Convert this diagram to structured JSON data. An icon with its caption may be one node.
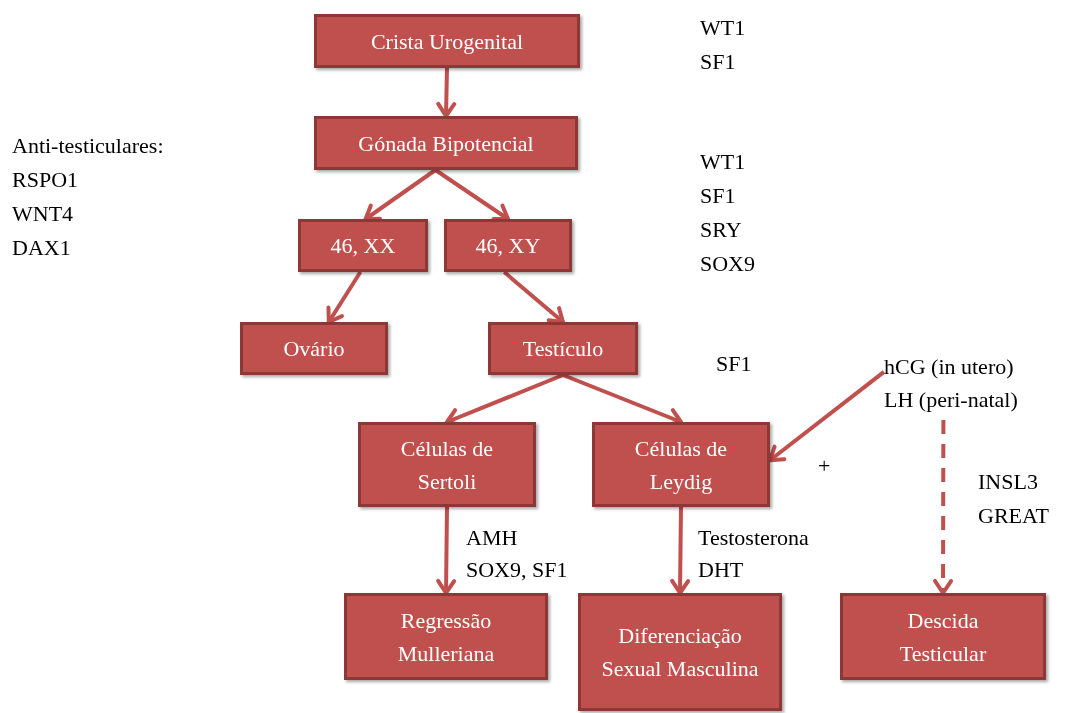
{
  "diagram": {
    "nodes": [
      {
        "text": [
          "Crista Urogenital"
        ]
      },
      {
        "text": [
          "Gónada Bipotencial"
        ]
      },
      {
        "text": [
          "46, XX"
        ]
      },
      {
        "text": [
          "46, XY"
        ]
      },
      {
        "text": [
          "Ovário"
        ]
      },
      {
        "text": [
          "Testículo"
        ]
      },
      {
        "text": [
          "Células de Sertoli"
        ]
      },
      {
        "text": [
          "Células de Leydig"
        ]
      },
      {
        "text": [
          "Regressão Mulleriana"
        ]
      },
      {
        "text": [
          "Diferenciação Sexual Masculina"
        ]
      },
      {
        "text": [
          "Descida Testicular"
        ]
      },
      {
        "text": [
          "hCG (in utero)",
          "LH (peri-natal)"
        ]
      }
    ],
    "edges": [
      {
        "from": 0,
        "to": 1,
        "arrow": "to"
      },
      {
        "from": 1,
        "to": 2,
        "arrow": "to"
      },
      {
        "from": 1,
        "to": 3,
        "arrow": "to"
      },
      {
        "from": 2,
        "to": 4,
        "arrow": "to"
      },
      {
        "from": 3,
        "to": 5,
        "arrow": "to"
      },
      {
        "from": 5,
        "to": 6,
        "arrow": "to"
      },
      {
        "from": 5,
        "to": 7,
        "arrow": "to"
      },
      {
        "from": 11,
        "to": 7,
        "arrow": "to"
      },
      {
        "from": 11,
        "to": 10,
        "arrow": "to",
        "style": "dashed"
      },
      {
        "from": 6,
        "to": 8,
        "arrow": "to"
      },
      {
        "from": 7,
        "to": 9,
        "arrow": "to"
      }
    ],
    "labels": [
      "WT1",
      "SF1",
      "Anti-testiculares:",
      "RSPO1",
      "WNT4",
      "DAX1",
      "WT1",
      "SF1",
      "SRY",
      "SOX9",
      "SF1",
      "+",
      "AMH",
      "SOX9, SF1",
      "Testosterona",
      "DHT",
      "INSL3",
      "GREAT"
    ]
  }
}
